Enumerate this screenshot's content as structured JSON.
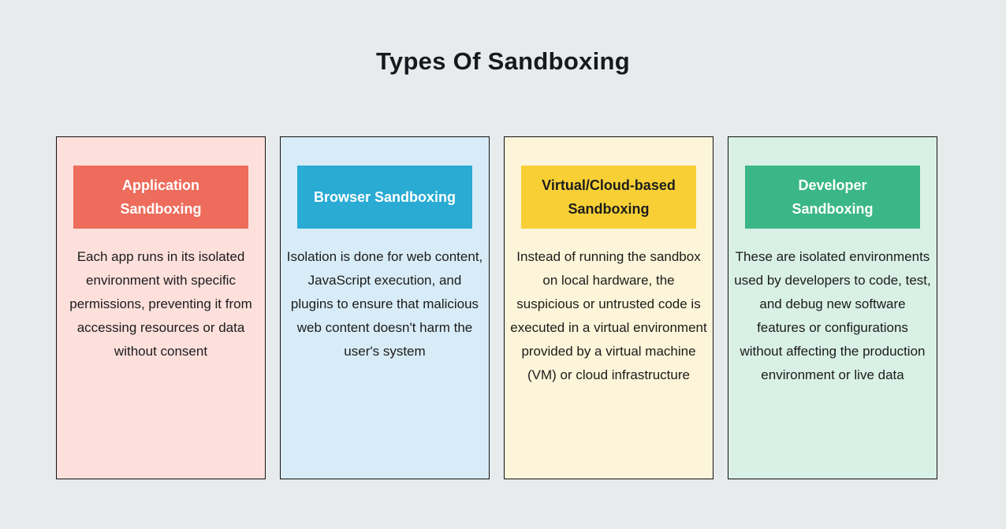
{
  "page": {
    "title": "Types Of Sandboxing",
    "background": "#e8ebec"
  },
  "cards": [
    {
      "title": "Application Sandboxing",
      "description": "Each app runs in its isolated environment with specific permissions, preventing it from accessing resources or data without consent",
      "card_bg": "#fde0dc",
      "header_bg": "#ed6c5c",
      "header_text_color": "#ffffff",
      "border_color": "#101010"
    },
    {
      "title": "Browser Sandboxing",
      "description": "Isolation is done for web content, JavaScript execution, and plugins to ensure that malicious web content doesn't harm the user's system",
      "card_bg": "#d8ecf7",
      "header_bg": "#29abd4",
      "header_text_color": "#ffffff",
      "border_color": "#101010"
    },
    {
      "title": "Virtual/Cloud-based Sandboxing",
      "description": "Instead of running the sandbox on local hardware, the suspicious or untrusted code is executed in a virtual environment provided by a virtual machine (VM) or cloud infrastructure",
      "card_bg": "#fdf5d9",
      "header_bg": "#f8d035",
      "header_text_color": "#1d1d1d",
      "border_color": "#101010"
    },
    {
      "title": "Developer Sandboxing",
      "description": "These are isolated environments used by developers to code, test, and debug new software features or configurations without affecting the production environment or live data",
      "card_bg": "#d9f0e6",
      "header_bg": "#3bb787",
      "header_text_color": "#ffffff",
      "border_color": "#101010"
    }
  ]
}
